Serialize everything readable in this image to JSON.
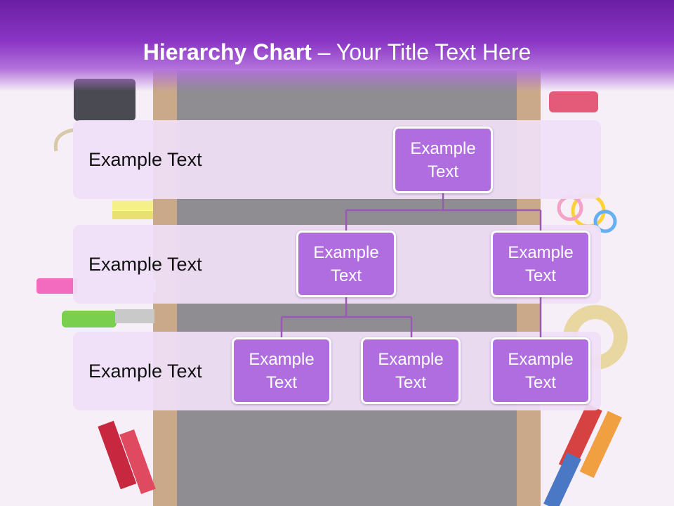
{
  "title": {
    "bold": "Hierarchy Chart",
    "rest": " – Your Title Text Here"
  },
  "levels": [
    {
      "label": "Example Text"
    },
    {
      "label": "Example Text"
    },
    {
      "label": "Example Text"
    }
  ],
  "nodes": {
    "root": "Example\nText",
    "level2_left": "Example\nText",
    "level2_right": "Example\nText",
    "level3_left": "Example\nText",
    "level3_middle": "Example\nText",
    "level3_right": "Example\nText"
  },
  "colors": {
    "title_bar": "#7b2bb8",
    "node_fill": "#b06de0",
    "band_fill": "#f0e0f8",
    "connector": "#9b59b6"
  }
}
